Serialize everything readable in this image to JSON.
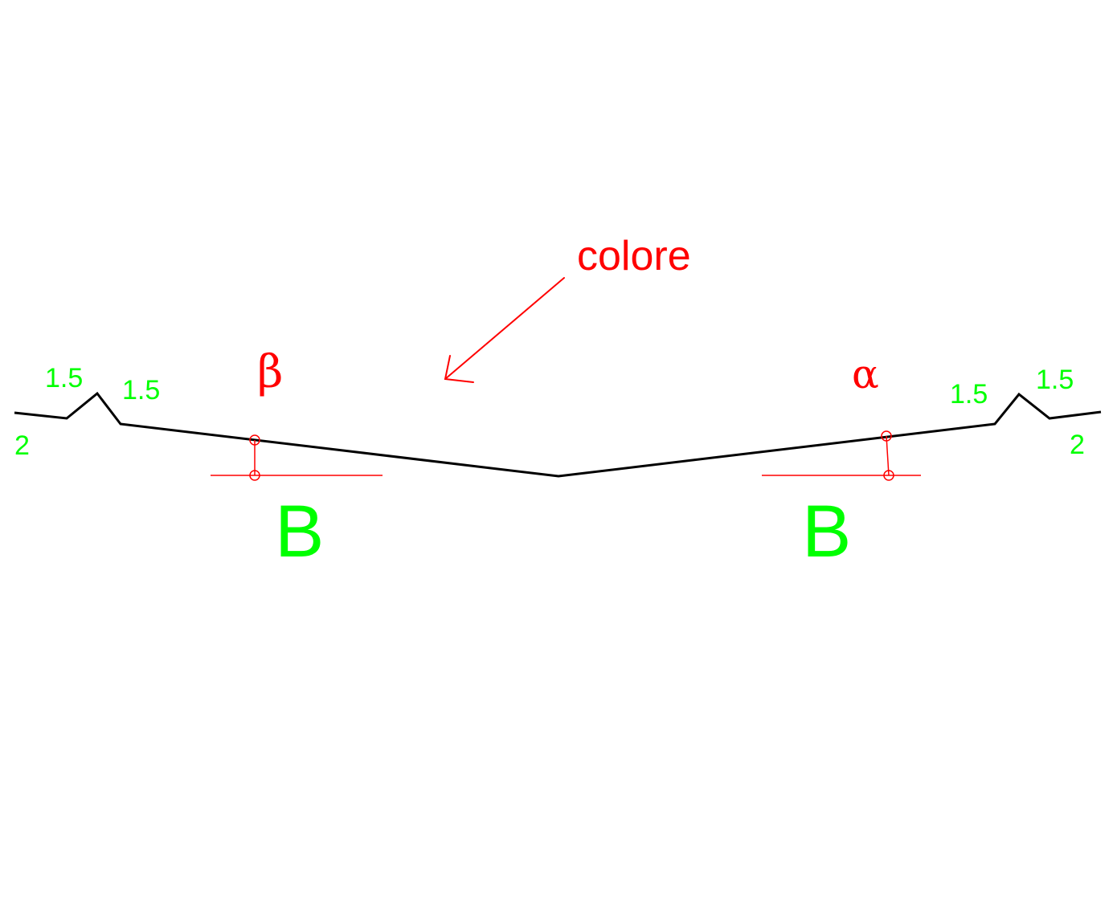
{
  "labels": {
    "annotation": "colore",
    "left_angle": "β",
    "right_angle": "α",
    "left_base": "B",
    "right_base": "B",
    "left_outer_slope": "1.5",
    "left_inner_slope": "1.5",
    "left_edge": "2",
    "right_inner_slope": "1.5",
    "right_outer_slope": "1.5",
    "right_edge": "2"
  },
  "colors": {
    "profile": "#000000",
    "annotation": "#ff0000",
    "dimension": "#00ff00",
    "background": "#ffffff"
  }
}
